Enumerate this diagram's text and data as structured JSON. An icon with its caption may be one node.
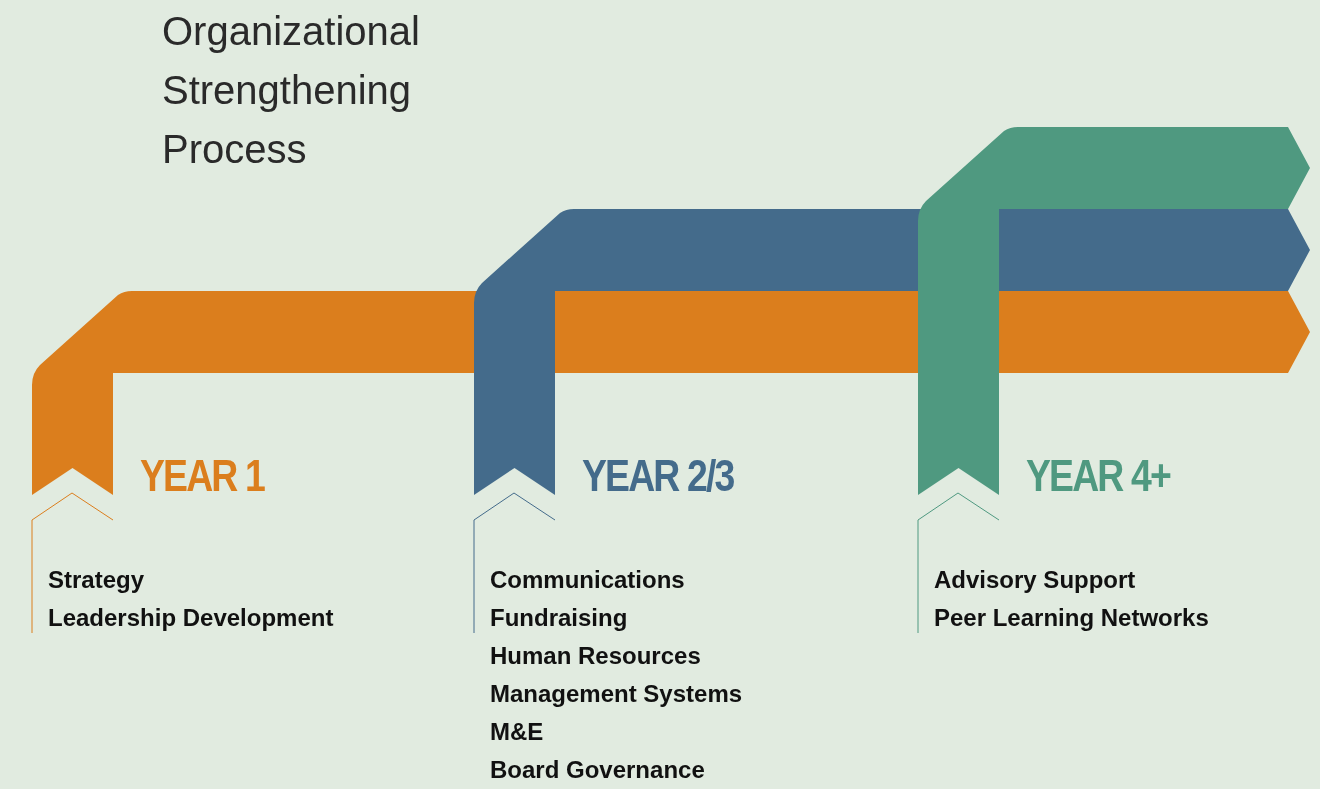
{
  "diagram": {
    "title": "Organizational Strengthening Process",
    "nodes": [
      {
        "text": [
          "YEAR 1",
          "Strategy",
          "Leadership Development"
        ]
      },
      {
        "text": [
          "YEAR 2/3",
          "Communications",
          "Fundraising",
          "Human Resources",
          "Management Systems",
          "M&E",
          "Board Governance"
        ]
      },
      {
        "text": [
          "YEAR 4+",
          "Advisory Support",
          "Peer Learning Networks"
        ]
      }
    ]
  }
}
